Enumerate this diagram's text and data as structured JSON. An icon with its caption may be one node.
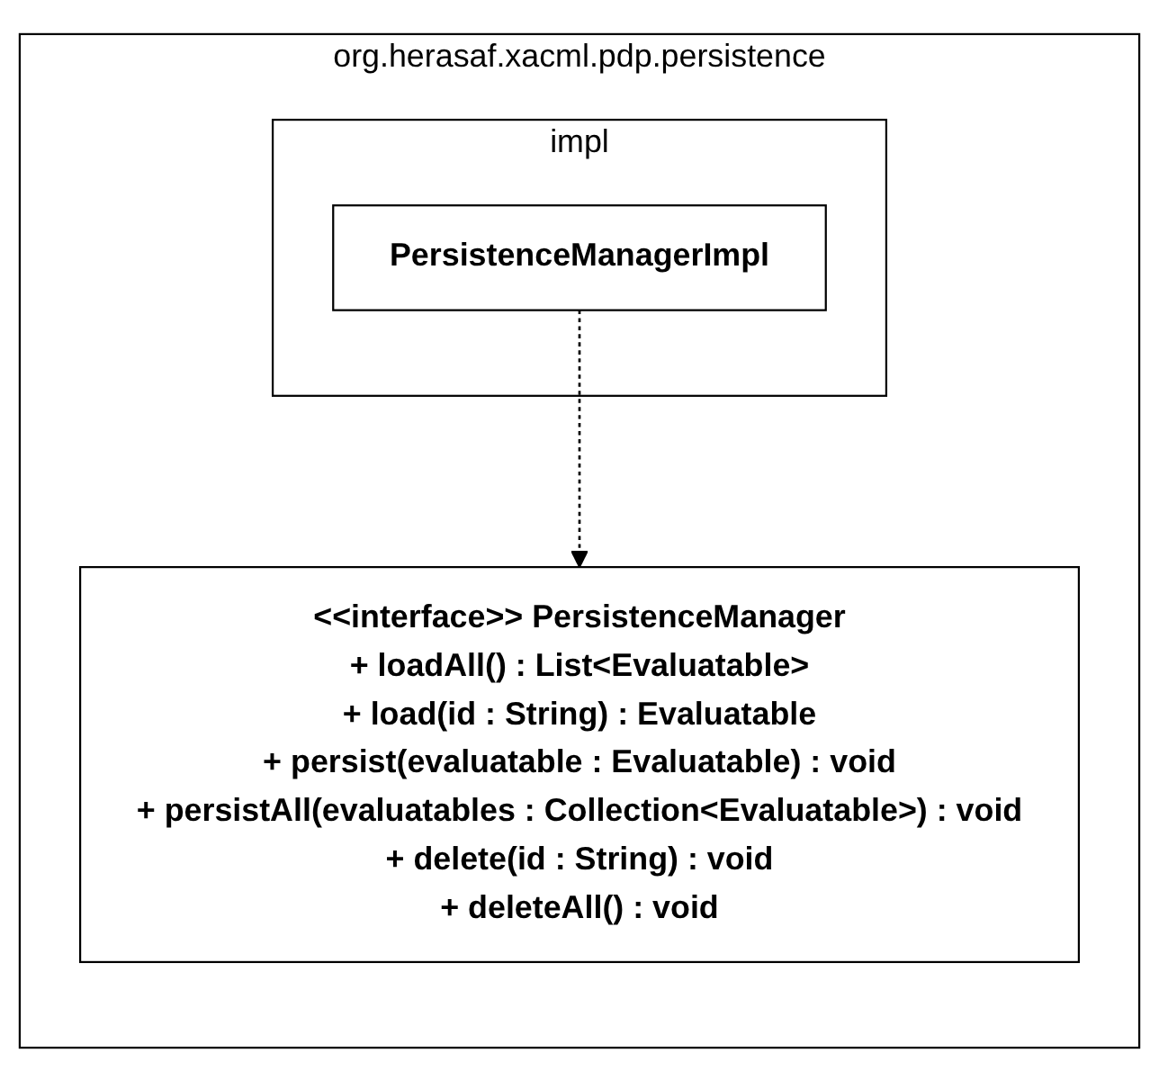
{
  "diagram": {
    "nodes": [
      {
        "text": [
          "org.herasaf.xacml.pdp.persistence"
        ]
      },
      {
        "text": [
          "<<interface>> PersistenceManager",
          "+ loadAll() : List<Evaluatable>",
          "+ load(id : String) : Evaluatable",
          "+ persist(evaluatable : Evaluatable) : void",
          "+ persistAll(evaluatables : Collection<Evaluatable>) : void",
          "+ delete(id : String) : void",
          "+ deleteAll() : void"
        ],
        "in": 0
      },
      {
        "text": [
          "impl"
        ],
        "in": 0
      },
      {
        "text": [
          "PersistenceManagerImpl"
        ],
        "in": 2
      }
    ],
    "edges": [
      {
        "from": 3,
        "to": 1,
        "arrow": "to",
        "style": "dashed"
      }
    ]
  }
}
